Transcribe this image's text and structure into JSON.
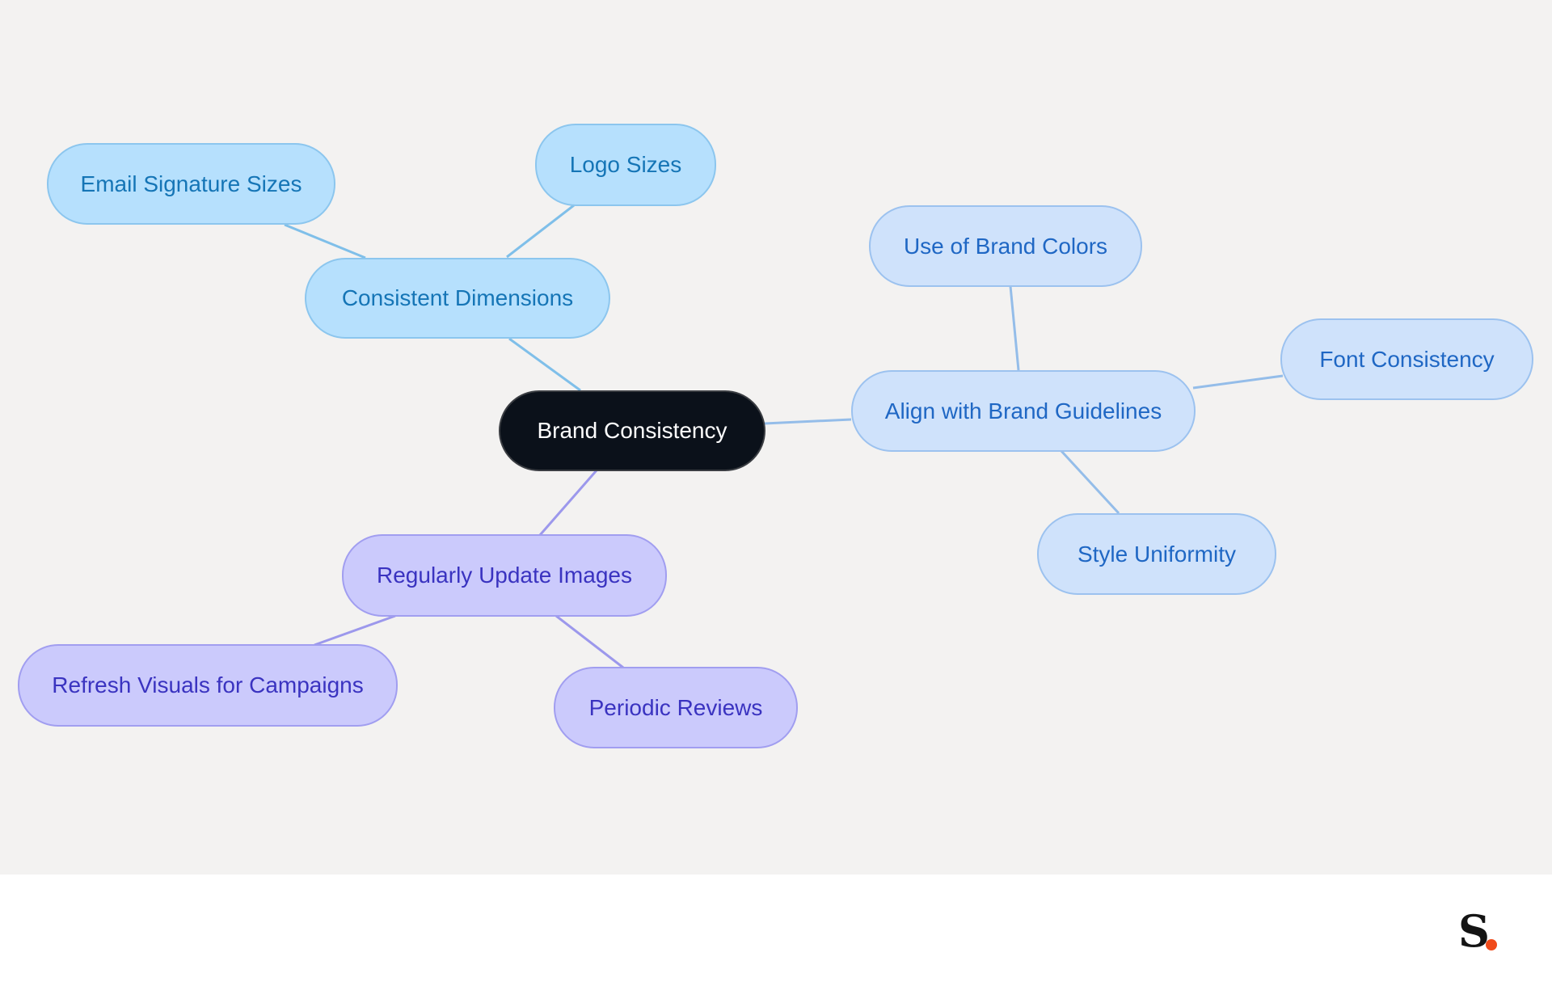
{
  "diagram": {
    "root": {
      "label": "Brand Consistency"
    },
    "branches": [
      {
        "label": "Consistent Dimensions",
        "children": [
          "Email Signature Sizes",
          "Logo Sizes"
        ]
      },
      {
        "label": "Align with Brand Guidelines",
        "children": [
          "Use of Brand Colors",
          "Font Consistency",
          "Style Uniformity"
        ]
      },
      {
        "label": "Regularly Update Images",
        "children": [
          "Refresh Visuals for Campaigns",
          "Periodic Reviews"
        ]
      }
    ]
  },
  "colors": {
    "background": "#f3f2f1",
    "root_fill": "#0b111a",
    "branch_blue": "#b6e0fd",
    "branch_light_blue": "#cfe2fb",
    "branch_purple": "#cbcafc",
    "link_blue": "#7fbfe9",
    "link_light_blue": "#94bde9",
    "link_purple": "#9c98ec",
    "logo_dot": "#f04a1a"
  },
  "logo": {
    "icon": "s-dot-logo"
  }
}
